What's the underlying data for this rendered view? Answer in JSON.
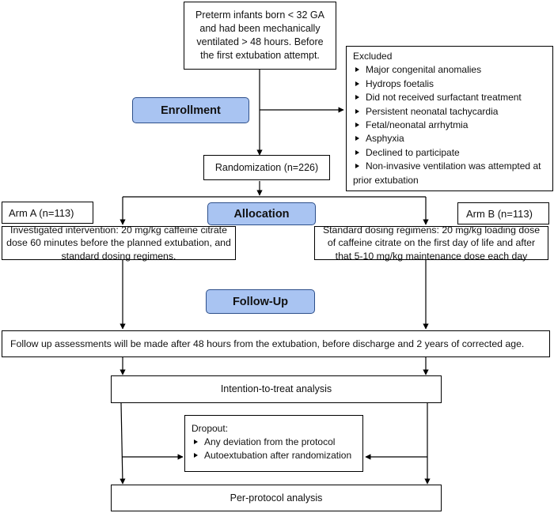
{
  "boxes": {
    "eligibility": "Preterm infants born < 32 GA and had been mechanically ventilated > 48 hours. Before the first extubation attempt.",
    "randomization": "Randomization (n=226)",
    "arm_a_label": "Arm A (n=113)",
    "arm_b_label": "Arm B (n=113)",
    "arm_a_intervention": "Investigated intervention: 20 mg/kg caffeine citrate dose 60 minutes before the planned extubation, and standard dosing regimens.",
    "arm_b_intervention": "Standard dosing regimens: 20 mg/kg loading dose of caffeine citrate on the first day of life and after that 5-10 mg/kg maintenance dose each day",
    "follow_up_assessments": "Follow up assessments will be made after 48 hours from the extubation, before discharge and 2 years of corrected age.",
    "itt": "Intention-to-treat analysis",
    "per_protocol": "Per-protocol analysis"
  },
  "stages": {
    "enrollment": "Enrollment",
    "allocation": "Allocation",
    "follow_up": "Follow-Up"
  },
  "excluded": {
    "title": "Excluded",
    "items": [
      "Major congenital anomalies",
      "Hydrops foetalis",
      "Did not received surfactant treatment",
      "Persistent neonatal tachycardia",
      "Fetal/neonatal arrhytmia",
      "Asphyxia",
      "Declined to participate",
      "Non-invasive ventilation was attempted at prior extubation"
    ]
  },
  "dropout": {
    "title": "Dropout:",
    "items": [
      "Any deviation from the protocol",
      "Autoextubation after randomization"
    ]
  },
  "colors": {
    "stage_fill": "#a9c4f2",
    "stage_border": "#2d4f8a",
    "line": "#000000"
  }
}
